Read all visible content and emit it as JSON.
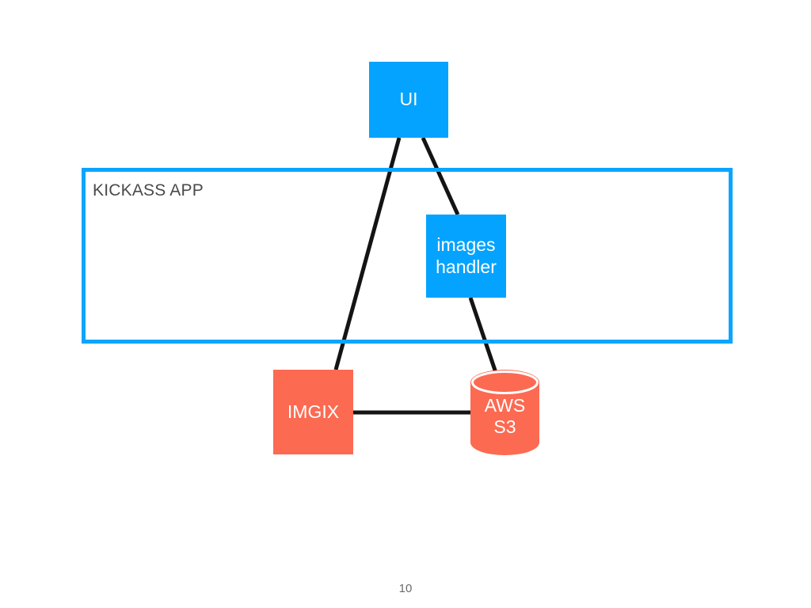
{
  "slide": {
    "background_color": "#ffffff",
    "page_number": "10"
  },
  "group": {
    "name": "kickass-app",
    "title": "KICKASS APP",
    "border_color": "#0AA5FF",
    "title_color": "#4a4a4a"
  },
  "nodes": [
    {
      "id": "ui",
      "label": "UI",
      "shape": "rectangle",
      "fill_color": "#04A3FF",
      "text_color": "#ffffff"
    },
    {
      "id": "images-handler",
      "label": "images\nhandler",
      "shape": "rectangle",
      "fill_color": "#04A3FF",
      "text_color": "#ffffff"
    },
    {
      "id": "imgix",
      "label": "IMGIX",
      "shape": "rectangle",
      "fill_color": "#FC6A52",
      "text_color": "#ffffff"
    },
    {
      "id": "aws-s3",
      "label": "AWS\nS3",
      "shape": "cylinder",
      "fill_color": "#FC6A52",
      "text_color": "#ffffff"
    }
  ],
  "connections": [
    {
      "from": "ui",
      "to": "imgix",
      "color": "#000000"
    },
    {
      "from": "ui",
      "to": "images-handler",
      "color": "#000000"
    },
    {
      "from": "images-handler",
      "to": "aws-s3",
      "color": "#000000"
    },
    {
      "from": "imgix",
      "to": "aws-s3",
      "color": "#000000"
    }
  ]
}
